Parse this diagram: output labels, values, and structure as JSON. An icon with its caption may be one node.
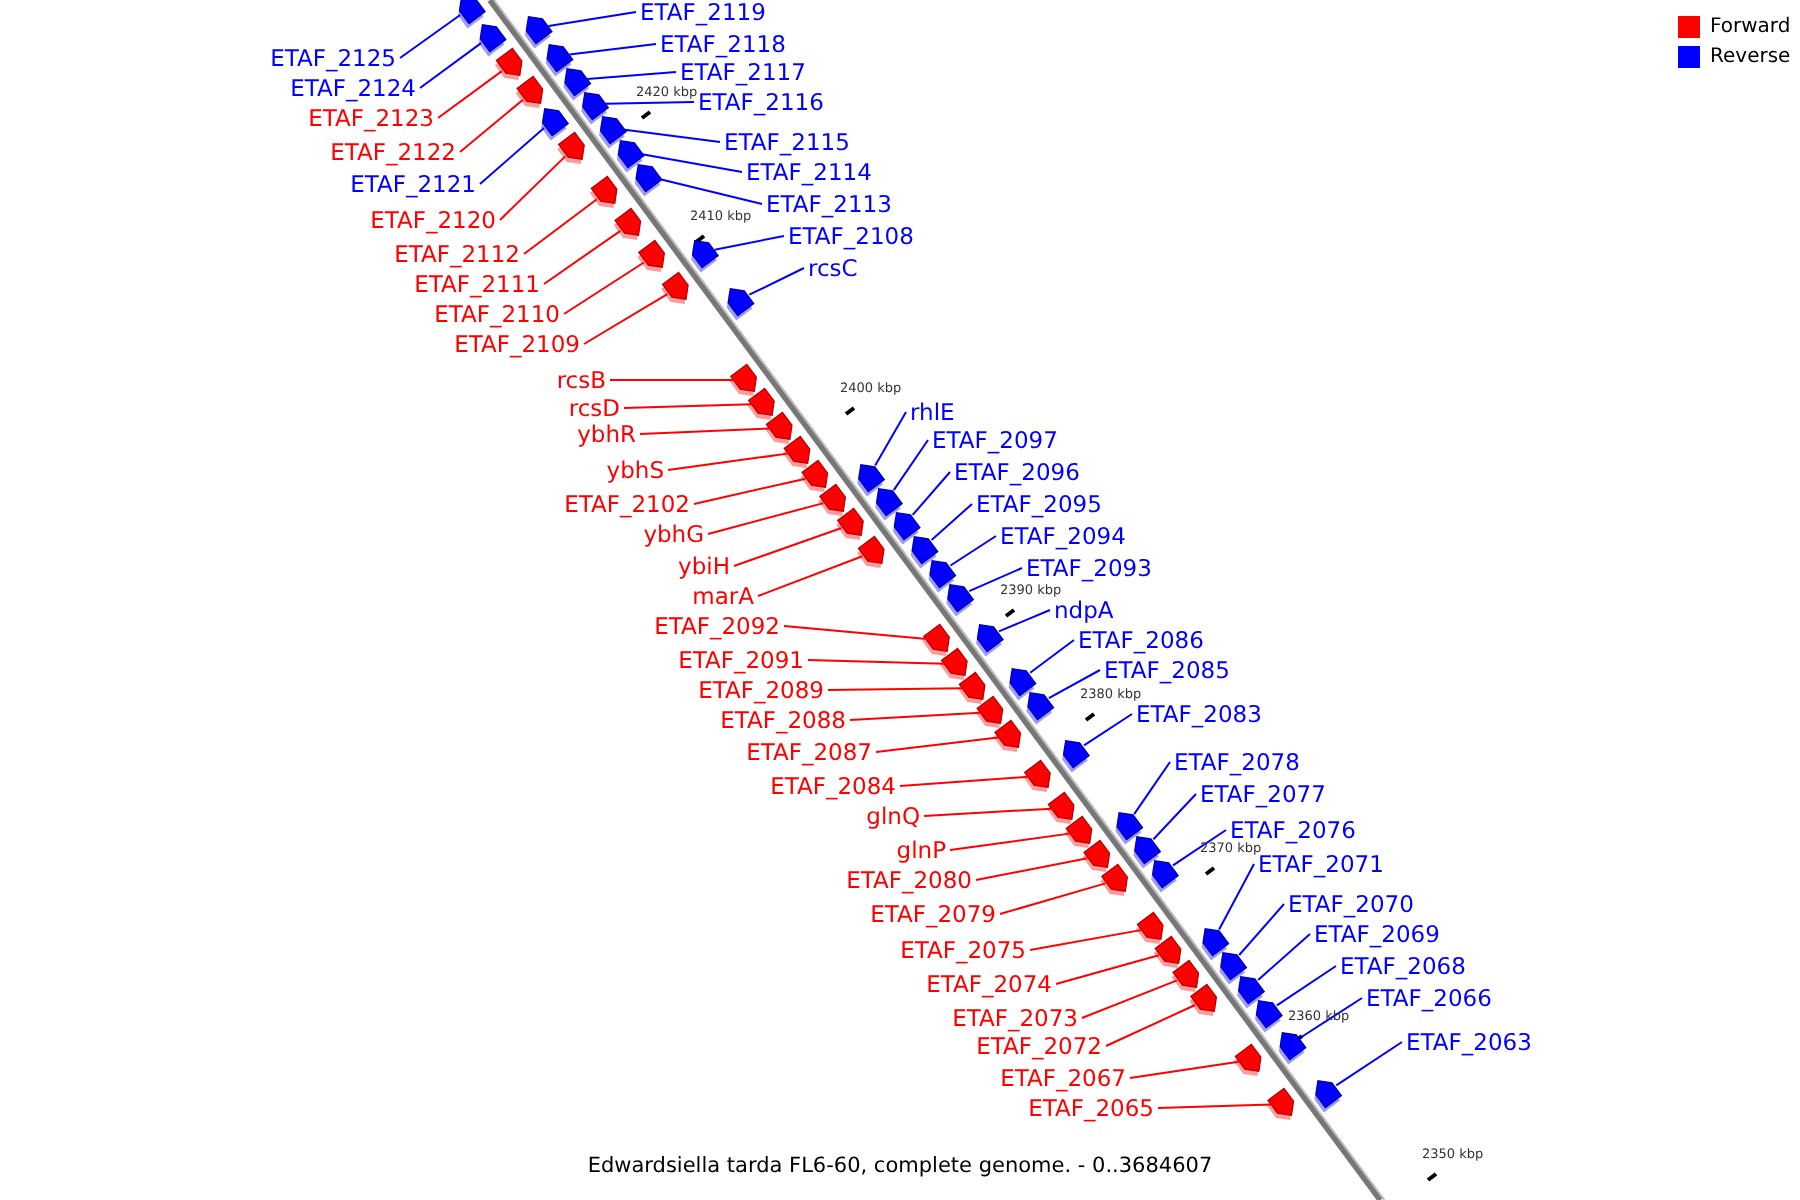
{
  "diagram": {
    "caption": "Edwardsiella tarda FL6-60, complete genome. - 0..3684607",
    "nodes": [
      {
        "text": [
          "ETAF_2125"
        ]
      },
      {
        "text": [
          "ETAF_2124"
        ]
      },
      {
        "text": [
          "ETAF_2123"
        ]
      },
      {
        "text": [
          "ETAF_2122"
        ]
      },
      {
        "text": [
          "ETAF_2121"
        ]
      },
      {
        "text": [
          "ETAF_2120"
        ]
      },
      {
        "text": [
          "ETAF_2112"
        ]
      },
      {
        "text": [
          "ETAF_2111"
        ]
      },
      {
        "text": [
          "ETAF_2110"
        ]
      },
      {
        "text": [
          "ETAF_2109"
        ]
      },
      {
        "text": [
          "rcsB"
        ]
      },
      {
        "text": [
          "rcsD"
        ]
      },
      {
        "text": [
          "ybhR"
        ]
      },
      {
        "text": [
          "ybhS"
        ]
      },
      {
        "text": [
          "ETAF_2102"
        ]
      },
      {
        "text": [
          "ybhG"
        ]
      },
      {
        "text": [
          "ybiH"
        ]
      },
      {
        "text": [
          "marA"
        ]
      },
      {
        "text": [
          "ETAF_2092"
        ]
      },
      {
        "text": [
          "ETAF_2091"
        ]
      },
      {
        "text": [
          "ETAF_2089"
        ]
      },
      {
        "text": [
          "ETAF_2088"
        ]
      },
      {
        "text": [
          "ETAF_2087"
        ]
      },
      {
        "text": [
          "ETAF_2084"
        ]
      },
      {
        "text": [
          "glnQ"
        ]
      },
      {
        "text": [
          "glnP"
        ]
      },
      {
        "text": [
          "ETAF_2080"
        ]
      },
      {
        "text": [
          "ETAF_2079"
        ]
      },
      {
        "text": [
          "ETAF_2075"
        ]
      },
      {
        "text": [
          "ETAF_2074"
        ]
      },
      {
        "text": [
          "ETAF_2073"
        ]
      },
      {
        "text": [
          "ETAF_2072"
        ]
      },
      {
        "text": [
          "ETAF_2067"
        ]
      },
      {
        "text": [
          "ETAF_2065"
        ]
      },
      {
        "text": [
          "ETAF_2119"
        ]
      },
      {
        "text": [
          "ETAF_2118"
        ]
      },
      {
        "text": [
          "ETAF_2117"
        ]
      },
      {
        "text": [
          "ETAF_2116"
        ]
      },
      {
        "text": [
          "ETAF_2115"
        ]
      },
      {
        "text": [
          "ETAF_2114"
        ]
      },
      {
        "text": [
          "ETAF_2113"
        ]
      },
      {
        "text": [
          "ETAF_2108"
        ]
      },
      {
        "text": [
          "rcsC"
        ]
      },
      {
        "text": [
          "rhlE"
        ]
      },
      {
        "text": [
          "ETAF_2097"
        ]
      },
      {
        "text": [
          "ETAF_2096"
        ]
      },
      {
        "text": [
          "ETAF_2095"
        ]
      },
      {
        "text": [
          "ETAF_2094"
        ]
      },
      {
        "text": [
          "ETAF_2093"
        ]
      },
      {
        "text": [
          "ndpA"
        ]
      },
      {
        "text": [
          "ETAF_2086"
        ]
      },
      {
        "text": [
          "ETAF_2085"
        ]
      },
      {
        "text": [
          "ETAF_2083"
        ]
      },
      {
        "text": [
          "ETAF_2078"
        ]
      },
      {
        "text": [
          "ETAF_2077"
        ]
      },
      {
        "text": [
          "ETAF_2076"
        ]
      },
      {
        "text": [
          "ETAF_2071"
        ]
      },
      {
        "text": [
          "ETAF_2070"
        ]
      },
      {
        "text": [
          "ETAF_2069"
        ]
      },
      {
        "text": [
          "ETAF_2068"
        ]
      },
      {
        "text": [
          "ETAF_2066"
        ]
      },
      {
        "text": [
          "ETAF_2063"
        ]
      },
      {
        "text": [],
        "shape": "arrow"
      },
      {
        "text": [],
        "shape": "arrow"
      },
      {
        "text": [],
        "shape": "arrow"
      },
      {
        "text": [],
        "shape": "arrow"
      },
      {
        "text": [],
        "shape": "arrow"
      },
      {
        "text": [],
        "shape": "arrow"
      },
      {
        "text": [],
        "shape": "arrow"
      },
      {
        "text": [],
        "shape": "arrow"
      },
      {
        "text": [],
        "shape": "arrow"
      },
      {
        "text": [],
        "shape": "arrow"
      },
      {
        "text": [],
        "shape": "arrow"
      },
      {
        "text": [],
        "shape": "arrow"
      },
      {
        "text": [],
        "shape": "arrow"
      },
      {
        "text": [],
        "shape": "arrow"
      },
      {
        "text": [],
        "shape": "arrow"
      },
      {
        "text": [],
        "shape": "arrow"
      },
      {
        "text": [],
        "shape": "arrow"
      },
      {
        "text": [],
        "shape": "arrow"
      },
      {
        "text": [],
        "shape": "arrow"
      },
      {
        "text": [],
        "shape": "arrow"
      },
      {
        "text": [],
        "shape": "arrow"
      },
      {
        "text": [],
        "shape": "arrow"
      },
      {
        "text": [],
        "shape": "arrow"
      },
      {
        "text": [],
        "shape": "arrow"
      },
      {
        "text": [],
        "shape": "arrow"
      },
      {
        "text": [],
        "shape": "arrow"
      },
      {
        "text": [],
        "shape": "arrow"
      },
      {
        "text": [],
        "shape": "arrow"
      },
      {
        "text": [],
        "shape": "arrow"
      },
      {
        "text": [],
        "shape": "arrow"
      },
      {
        "text": [],
        "shape": "arrow"
      },
      {
        "text": [],
        "shape": "arrow"
      },
      {
        "text": [],
        "shape": "arrow"
      },
      {
        "text": [],
        "shape": "arrow"
      },
      {
        "text": [],
        "shape": "arrow"
      },
      {
        "text": [],
        "shape": "arrow"
      },
      {
        "text": [],
        "shape": "arrow"
      },
      {
        "text": [],
        "shape": "arrow"
      },
      {
        "text": [],
        "shape": "arrow"
      },
      {
        "text": [],
        "shape": "arrow"
      },
      {
        "text": [],
        "shape": "arrow"
      },
      {
        "text": [],
        "shape": "arrow"
      },
      {
        "text": [],
        "shape": "arrow"
      },
      {
        "text": [],
        "shape": "arrow"
      },
      {
        "text": [],
        "shape": "arrow"
      },
      {
        "text": [],
        "shape": "arrow"
      },
      {
        "text": [],
        "shape": "arrow"
      },
      {
        "text": [],
        "shape": "arrow"
      },
      {
        "text": [],
        "shape": "arrow"
      },
      {
        "text": [],
        "shape": "arrow"
      },
      {
        "text": [],
        "shape": "arrow"
      },
      {
        "text": [],
        "shape": "arrow"
      },
      {
        "text": [],
        "shape": "arrow"
      },
      {
        "text": [],
        "shape": "arrow"
      },
      {
        "text": [],
        "shape": "arrow"
      },
      {
        "text": [],
        "shape": "arrow"
      },
      {
        "text": [],
        "shape": "arrow"
      },
      {
        "text": [],
        "shape": "arrow"
      },
      {
        "text": [],
        "shape": "arrow"
      },
      {
        "text": [],
        "shape": "arrow"
      },
      {
        "text": [],
        "shape": "arrow"
      },
      {
        "text": [],
        "shape": "arrow"
      }
    ],
    "edges": [
      {
        "from": 0,
        "to": 62,
        "arrow": "none",
        "color": "#0000ff"
      },
      {
        "from": 1,
        "to": 63,
        "arrow": "none",
        "color": "#0000ff"
      },
      {
        "from": 2,
        "to": 64,
        "arrow": "none",
        "color": "#ff0000"
      },
      {
        "from": 3,
        "to": 65,
        "arrow": "none",
        "color": "#ff0000"
      },
      {
        "from": 4,
        "to": 66,
        "arrow": "none",
        "color": "#0000ff"
      },
      {
        "from": 5,
        "to": 67,
        "arrow": "none",
        "color": "#ff0000"
      },
      {
        "from": 6,
        "to": 68,
        "arrow": "none",
        "color": "#ff0000"
      },
      {
        "from": 7,
        "to": 69,
        "arrow": "none",
        "color": "#ff0000"
      },
      {
        "from": 8,
        "to": 70,
        "arrow": "none",
        "color": "#ff0000"
      },
      {
        "from": 9,
        "to": 71,
        "arrow": "none",
        "color": "#ff0000"
      },
      {
        "from": 10,
        "to": 72,
        "arrow": "none",
        "color": "#ff0000"
      },
      {
        "from": 11,
        "to": 73,
        "arrow": "none",
        "color": "#ff0000"
      },
      {
        "from": 12,
        "to": 74,
        "arrow": "none",
        "color": "#ff0000"
      },
      {
        "from": 13,
        "to": 75,
        "arrow": "none",
        "color": "#ff0000"
      },
      {
        "from": 14,
        "to": 76,
        "arrow": "none",
        "color": "#ff0000"
      },
      {
        "from": 15,
        "to": 77,
        "arrow": "none",
        "color": "#ff0000"
      },
      {
        "from": 16,
        "to": 78,
        "arrow": "none",
        "color": "#ff0000"
      },
      {
        "from": 17,
        "to": 79,
        "arrow": "none",
        "color": "#ff0000"
      },
      {
        "from": 18,
        "to": 80,
        "arrow": "none",
        "color": "#ff0000"
      },
      {
        "from": 19,
        "to": 81,
        "arrow": "none",
        "color": "#ff0000"
      },
      {
        "from": 20,
        "to": 82,
        "arrow": "none",
        "color": "#ff0000"
      },
      {
        "from": 21,
        "to": 83,
        "arrow": "none",
        "color": "#ff0000"
      },
      {
        "from": 22,
        "to": 84,
        "arrow": "none",
        "color": "#ff0000"
      },
      {
        "from": 23,
        "to": 85,
        "arrow": "none",
        "color": "#ff0000"
      },
      {
        "from": 24,
        "to": 86,
        "arrow": "none",
        "color": "#ff0000"
      },
      {
        "from": 25,
        "to": 87,
        "arrow": "none",
        "color": "#ff0000"
      },
      {
        "from": 26,
        "to": 88,
        "arrow": "none",
        "color": "#ff0000"
      },
      {
        "from": 27,
        "to": 89,
        "arrow": "none",
        "color": "#ff0000"
      },
      {
        "from": 28,
        "to": 90,
        "arrow": "none",
        "color": "#ff0000"
      },
      {
        "from": 29,
        "to": 91,
        "arrow": "none",
        "color": "#ff0000"
      },
      {
        "from": 30,
        "to": 92,
        "arrow": "none",
        "color": "#ff0000"
      },
      {
        "from": 31,
        "to": 93,
        "arrow": "none",
        "color": "#ff0000"
      },
      {
        "from": 32,
        "to": 94,
        "arrow": "none",
        "color": "#ff0000"
      },
      {
        "from": 33,
        "to": 95,
        "arrow": "none",
        "color": "#ff0000"
      },
      {
        "from": 34,
        "to": 96,
        "arrow": "none",
        "color": "#0000ff"
      },
      {
        "from": 35,
        "to": 97,
        "arrow": "none",
        "color": "#0000ff"
      },
      {
        "from": 36,
        "to": 98,
        "arrow": "none",
        "color": "#0000ff"
      },
      {
        "from": 37,
        "to": 99,
        "arrow": "none",
        "color": "#0000ff"
      },
      {
        "from": 38,
        "to": 100,
        "arrow": "none",
        "color": "#0000ff"
      },
      {
        "from": 39,
        "to": 101,
        "arrow": "none",
        "color": "#0000ff"
      },
      {
        "from": 40,
        "to": 102,
        "arrow": "none",
        "color": "#0000ff"
      },
      {
        "from": 41,
        "to": 103,
        "arrow": "none",
        "color": "#0000ff"
      },
      {
        "from": 42,
        "to": 104,
        "arrow": "none",
        "color": "#0000ff"
      },
      {
        "from": 43,
        "to": 105,
        "arrow": "none",
        "color": "#0000ff"
      },
      {
        "from": 44,
        "to": 106,
        "arrow": "none",
        "color": "#0000ff"
      },
      {
        "from": 45,
        "to": 107,
        "arrow": "none",
        "color": "#0000ff"
      },
      {
        "from": 46,
        "to": 108,
        "arrow": "none",
        "color": "#0000ff"
      },
      {
        "from": 47,
        "to": 109,
        "arrow": "none",
        "color": "#0000ff"
      },
      {
        "from": 48,
        "to": 110,
        "arrow": "none",
        "color": "#0000ff"
      },
      {
        "from": 49,
        "to": 111,
        "arrow": "none",
        "color": "#0000ff"
      },
      {
        "from": 50,
        "to": 112,
        "arrow": "none",
        "color": "#0000ff"
      },
      {
        "from": 51,
        "to": 113,
        "arrow": "none",
        "color": "#0000ff"
      },
      {
        "from": 52,
        "to": 114,
        "arrow": "none",
        "color": "#0000ff"
      },
      {
        "from": 53,
        "to": 115,
        "arrow": "none",
        "color": "#0000ff"
      },
      {
        "from": 54,
        "to": 116,
        "arrow": "none",
        "color": "#0000ff"
      },
      {
        "from": 55,
        "to": 117,
        "arrow": "none",
        "color": "#0000ff"
      },
      {
        "from": 56,
        "to": 118,
        "arrow": "none",
        "color": "#0000ff"
      },
      {
        "from": 57,
        "to": 119,
        "arrow": "none",
        "color": "#0000ff"
      },
      {
        "from": 58,
        "to": 120,
        "arrow": "none",
        "color": "#0000ff"
      },
      {
        "from": 59,
        "to": 121,
        "arrow": "none",
        "color": "#0000ff"
      },
      {
        "from": 60,
        "to": 122,
        "arrow": "none",
        "color": "#0000ff"
      },
      {
        "from": 61,
        "to": 123,
        "arrow": "none",
        "color": "#0000ff"
      }
    ],
    "labels": [
      "2420 kbp",
      "2410 kbp",
      "2400 kbp",
      "2390 kbp",
      "2380 kbp",
      "2370 kbp",
      "2360 kbp",
      "2350 kbp"
    ],
    "legend": [
      {
        "text": "Forward",
        "color": "#ff0000"
      },
      {
        "text": "Reverse",
        "color": "#0000ff"
      }
    ]
  }
}
